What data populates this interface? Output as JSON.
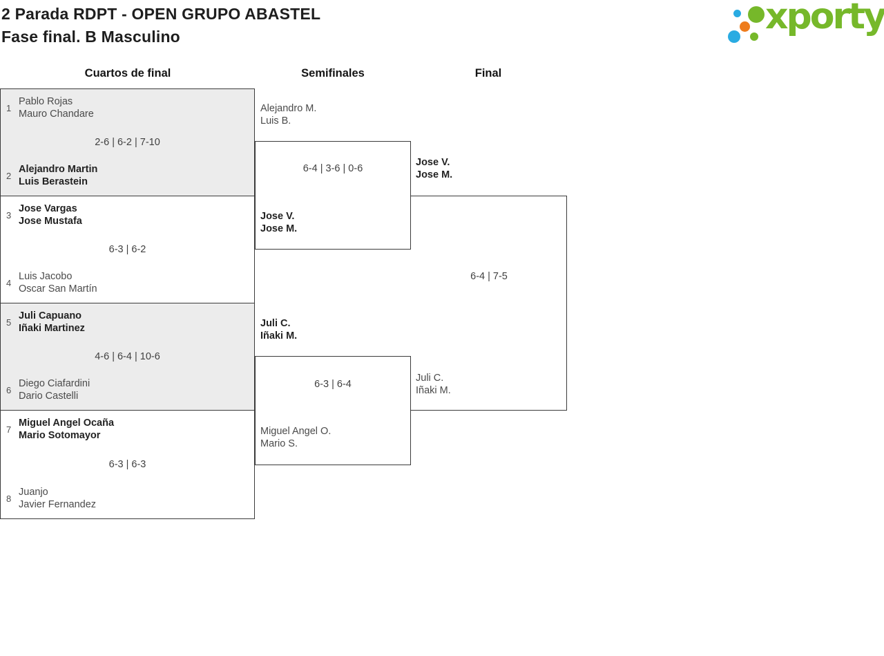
{
  "header": {
    "title_line1": "2 Parada RDPT - OPEN GRUPO ABASTEL",
    "title_line2": "Fase final. B Masculino",
    "logo_text": "xporty"
  },
  "colors": {
    "brand_green": "#76b82a",
    "brand_blue": "#29abe2",
    "brand_orange": "#ee7c1d",
    "box_alt_bg": "#ececec",
    "box_border": "#3a3a3a"
  },
  "columns": [
    "Cuartos de final",
    "Semifinales",
    "Final"
  ],
  "quarterfinals": [
    {
      "seed1": "1",
      "team1": [
        "Pablo Rojas",
        "Mauro Chandare"
      ],
      "team1_winner": false,
      "score": "2-6 | 6-2 | 7-10",
      "seed2": "2",
      "team2": [
        "Alejandro Martin",
        "Luis Berastein"
      ],
      "team2_winner": true
    },
    {
      "seed1": "3",
      "team1": [
        "Jose Vargas",
        "Jose Mustafa"
      ],
      "team1_winner": true,
      "score": "6-3 | 6-2",
      "seed2": "4",
      "team2": [
        "Luis Jacobo",
        "Oscar San Martín"
      ],
      "team2_winner": false
    },
    {
      "seed1": "5",
      "team1": [
        "Juli Capuano",
        "Iñaki Martinez"
      ],
      "team1_winner": true,
      "score": "4-6 | 6-4 | 10-6",
      "seed2": "6",
      "team2": [
        "Diego Ciafardini",
        "Dario Castelli"
      ],
      "team2_winner": false
    },
    {
      "seed1": "7",
      "team1": [
        "Miguel Angel Ocaña",
        "Mario Sotomayor"
      ],
      "team1_winner": true,
      "score": "6-3 | 6-3",
      "seed2": "8",
      "team2": [
        "Juanjo",
        "Javier Fernandez"
      ],
      "team2_winner": false
    }
  ],
  "semifinals": [
    {
      "team1": [
        "Alejandro M.",
        "Luis B."
      ],
      "team1_winner": false,
      "score": "6-4 | 3-6 | 0-6",
      "team2": [
        "Jose V.",
        "Jose M."
      ],
      "team2_winner": true
    },
    {
      "team1": [
        "Juli C.",
        "Iñaki M."
      ],
      "team1_winner": true,
      "score": "6-3 | 6-4",
      "team2": [
        "Miguel Angel O.",
        "Mario S."
      ],
      "team2_winner": false
    }
  ],
  "final": {
    "team1": [
      "Jose V.",
      "Jose M."
    ],
    "team1_winner": true,
    "score": "6-4 | 7-5",
    "team2": [
      "Juli C.",
      "Iñaki M."
    ],
    "team2_winner": false
  }
}
